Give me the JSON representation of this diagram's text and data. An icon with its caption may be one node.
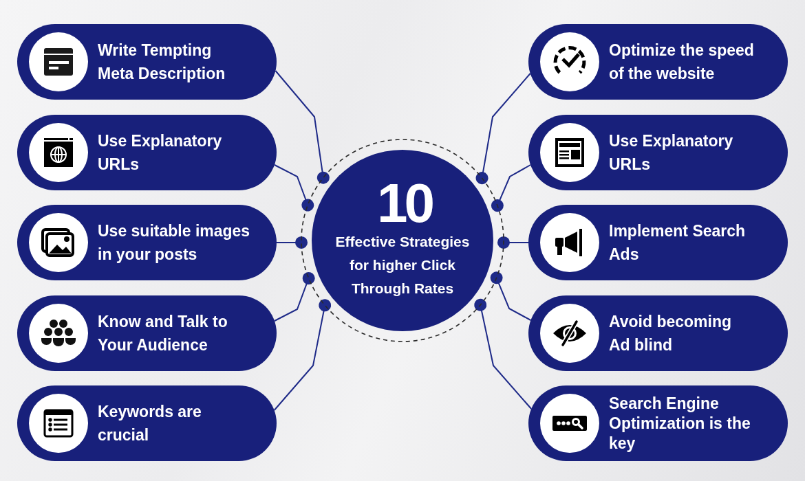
{
  "diagram": {
    "nodes": [
      {
        "text": [
          "Write Tempting Meta Description"
        ]
      },
      {
        "text": [
          "Use Explanatory URLs"
        ]
      },
      {
        "text": [
          "Use suitable images in your posts"
        ]
      },
      {
        "text": [
          "Know and Talk to Your Audience"
        ]
      },
      {
        "text": [
          "Keywords are crucial"
        ]
      },
      {
        "text": [
          "10",
          "Effective Strategies for higher Click Through Rates"
        ]
      },
      {
        "text": [
          "Optimize the speed of the website"
        ]
      },
      {
        "text": [
          "Use Explanatory URLs"
        ]
      },
      {
        "text": [
          "Implement Search Ads"
        ]
      },
      {
        "text": [
          "Avoid becoming Ad blind"
        ]
      },
      {
        "text": [
          "Search Engine Optimization is the key"
        ]
      }
    ],
    "edges": [
      {
        "from": 0,
        "to": 5,
        "arrow": "other"
      },
      {
        "from": 1,
        "to": 5,
        "arrow": "other"
      },
      {
        "from": 2,
        "to": 5,
        "arrow": "other"
      },
      {
        "from": 3,
        "to": 5,
        "arrow": "other"
      },
      {
        "from": 4,
        "to": 5,
        "arrow": "other"
      },
      {
        "from": 6,
        "to": 5,
        "arrow": "other"
      },
      {
        "from": 7,
        "to": 5,
        "arrow": "other"
      },
      {
        "from": 8,
        "to": 5,
        "arrow": "other"
      },
      {
        "from": 9,
        "to": 5,
        "arrow": "other"
      },
      {
        "from": 10,
        "to": 5,
        "arrow": "other"
      }
    ]
  }
}
